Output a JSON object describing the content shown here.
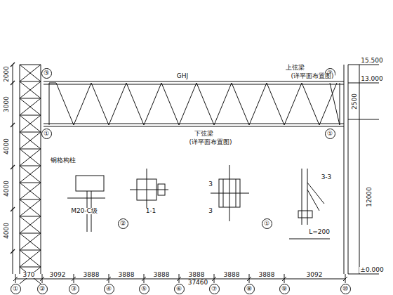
{
  "diagram": {
    "nodes": [
      {
        "text": [
          "③"
        ]
      },
      {
        "text": [
          "①"
        ]
      },
      {
        "text": [
          "③"
        ]
      },
      {
        "text": [
          "①"
        ]
      },
      {
        "text": [
          "②"
        ]
      },
      {
        "text": [
          "①"
        ]
      },
      {
        "text": [
          "①"
        ]
      },
      {
        "text": [
          "②"
        ]
      },
      {
        "text": [
          "③"
        ]
      },
      {
        "text": [
          "④"
        ]
      },
      {
        "text": [
          "⑤"
        ]
      },
      {
        "text": [
          "⑥"
        ]
      },
      {
        "text": [
          "⑦"
        ]
      },
      {
        "text": [
          "⑧"
        ]
      },
      {
        "text": [
          "⑨"
        ]
      },
      {
        "text": [
          "⑩"
        ]
      }
    ],
    "labels": [
      "2000",
      "3000",
      "4000",
      "4000",
      "4000",
      "370",
      "3092",
      "3888",
      "3888",
      "3888",
      "3888",
      "3888",
      "3888",
      "3092",
      "37460",
      "15.500",
      "13.000",
      "12000",
      "±0.000",
      "2500",
      "GHJ",
      "上弦梁",
      "(详平面布置图)",
      "下弦梁",
      "(详平面布置图)",
      "钢格构柱",
      "1-1",
      "3-3",
      "3",
      "3",
      "M20-C级",
      "L=200"
    ]
  }
}
